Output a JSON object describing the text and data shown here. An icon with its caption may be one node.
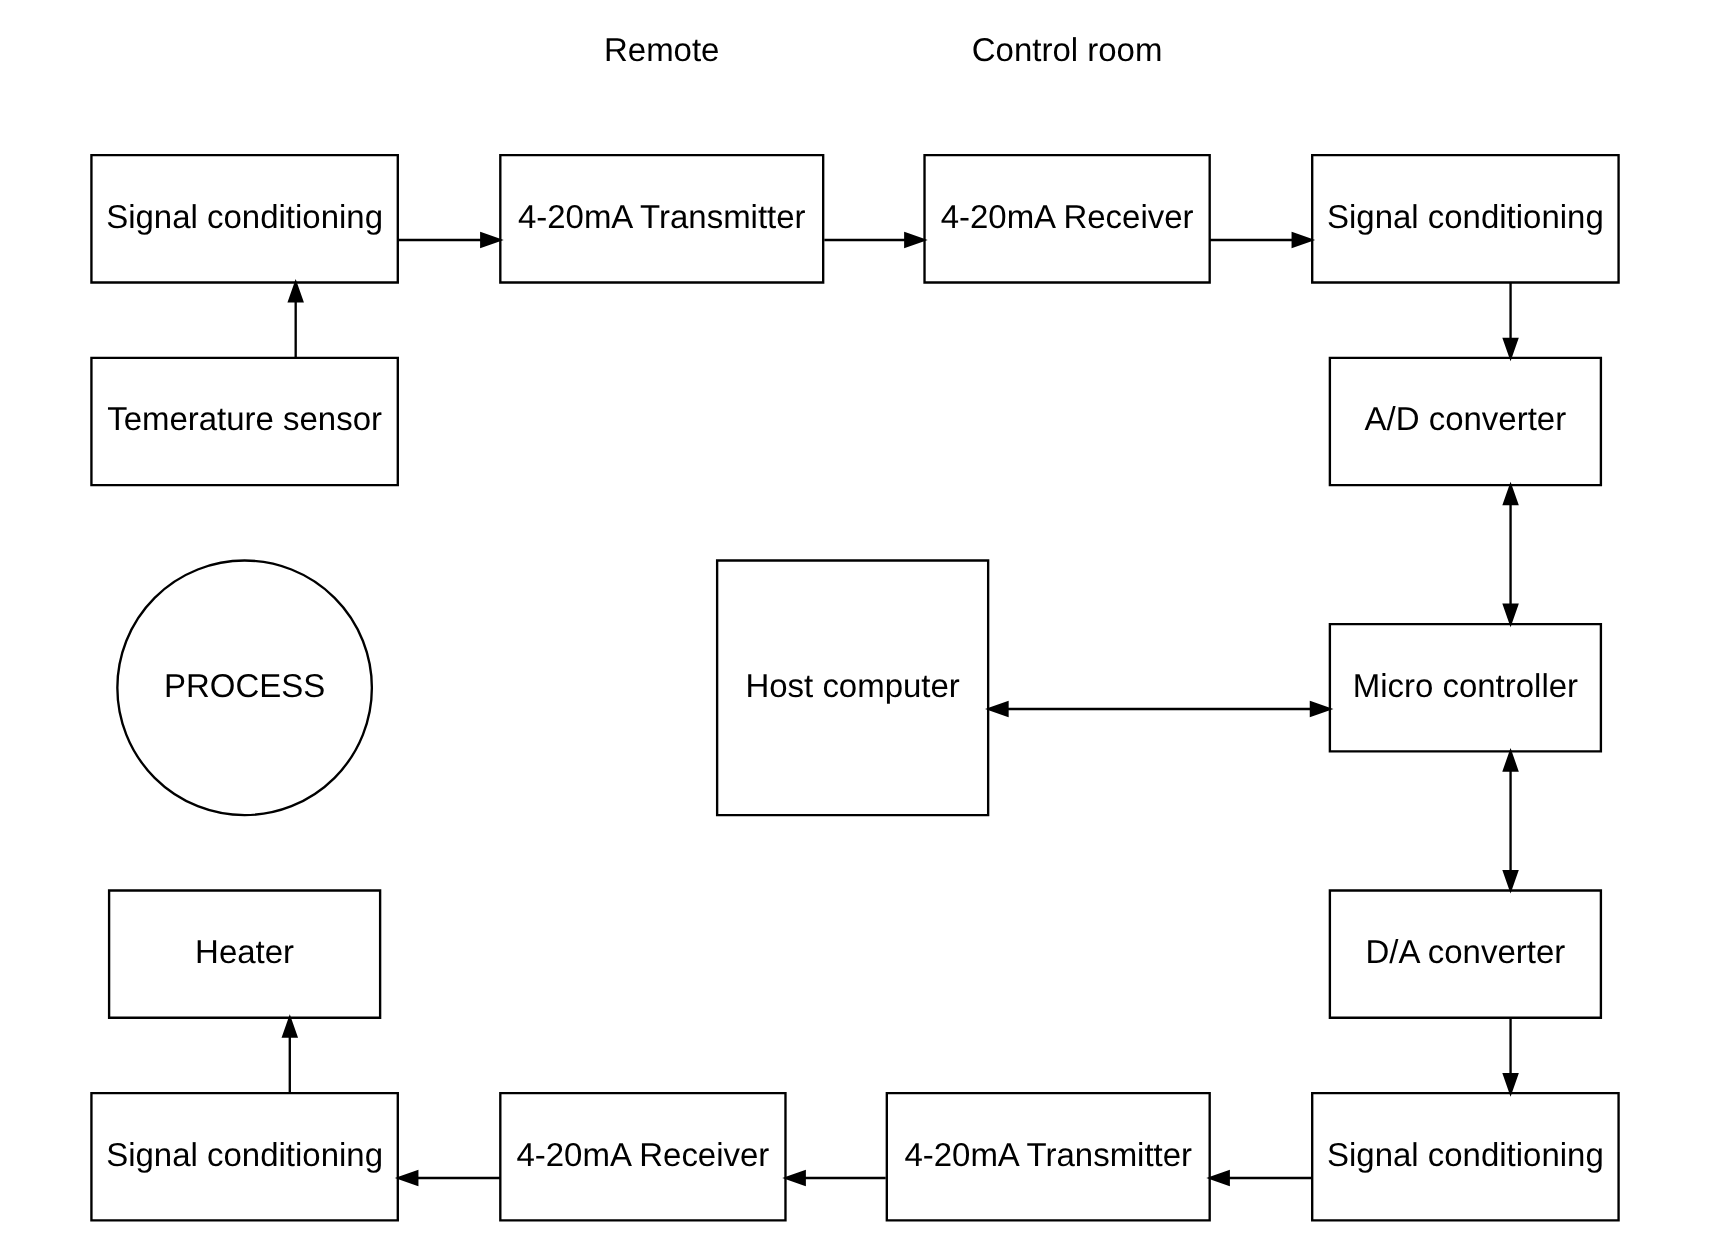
{
  "diagram": {
    "nodes": [
      {
        "text": [
          "Signal conditioning"
        ]
      },
      {
        "text": [
          "4-20mA Transmitter"
        ]
      },
      {
        "text": [
          "4-20mA Receiver"
        ]
      },
      {
        "text": [
          "Signal conditioning"
        ]
      },
      {
        "text": [
          "Temerature sensor"
        ]
      },
      {
        "text": [
          "A/D converter"
        ]
      },
      {
        "text": [
          "PROCESS"
        ]
      },
      {
        "text": [
          "Host computer"
        ]
      },
      {
        "text": [
          "Micro controller"
        ]
      },
      {
        "text": [
          "Heater"
        ]
      },
      {
        "text": [
          "D/A converter"
        ]
      },
      {
        "text": [
          "Signal conditioning"
        ]
      },
      {
        "text": [
          "4-20mA Receiver"
        ]
      },
      {
        "text": [
          "4-20mA Transmitter"
        ]
      },
      {
        "text": [
          "Signal conditioning"
        ]
      }
    ],
    "edges": [
      {
        "from": 4,
        "to": 0,
        "arrow": "to"
      },
      {
        "from": 0,
        "to": 1,
        "arrow": "to"
      },
      {
        "from": 1,
        "to": 2,
        "arrow": "to"
      },
      {
        "from": 2,
        "to": 3,
        "arrow": "to"
      },
      {
        "from": 3,
        "to": 5,
        "arrow": "to"
      },
      {
        "from": 5,
        "to": 8,
        "arrow": "both"
      },
      {
        "from": 7,
        "to": 8,
        "arrow": "both"
      },
      {
        "from": 8,
        "to": 10,
        "arrow": "both"
      },
      {
        "from": 10,
        "to": 14,
        "arrow": "to"
      },
      {
        "from": 14,
        "to": 13,
        "arrow": "to"
      },
      {
        "from": 13,
        "to": 12,
        "arrow": "to"
      },
      {
        "from": 12,
        "to": 11,
        "arrow": "to"
      },
      {
        "from": 11,
        "to": 9,
        "arrow": "to"
      }
    ],
    "labels": [
      "Remote",
      "Control room"
    ]
  }
}
